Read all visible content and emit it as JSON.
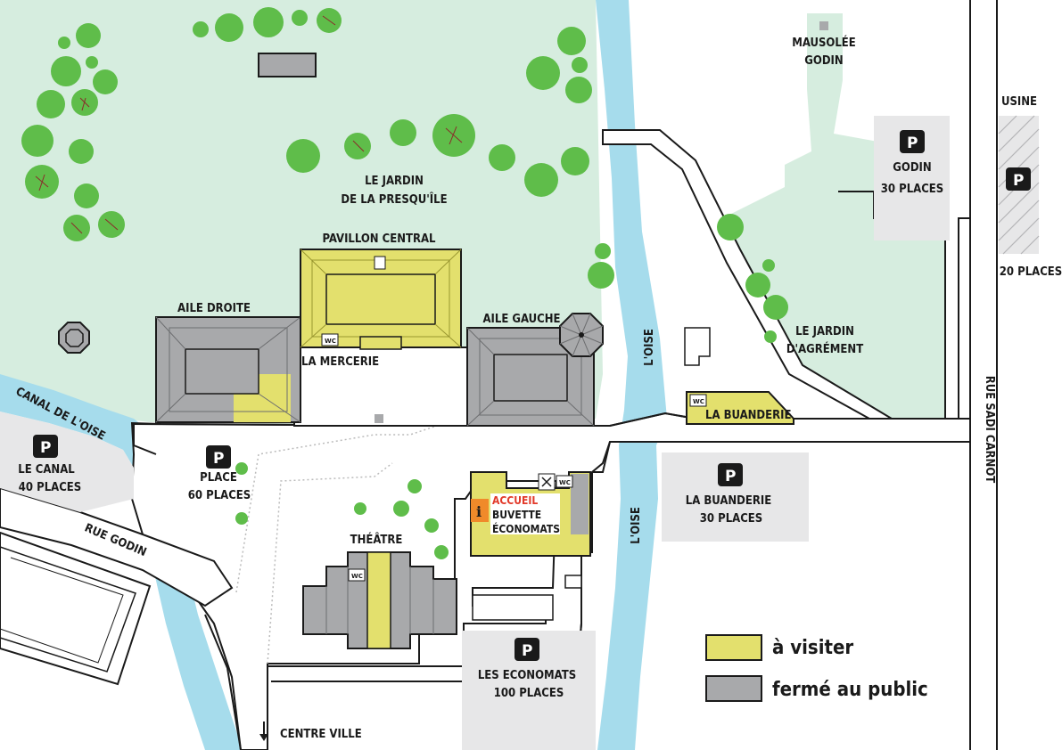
{
  "colors": {
    "garden": "#d6eddf",
    "water": "#a6dcec",
    "road": "#ffffff",
    "building_visit": "#e3e06d",
    "building_closed": "#a8a9ab",
    "parking_area": "#e7e7e8",
    "tree": "#5fbd4a",
    "accueil_red": "#e23a2a",
    "info_orange": "#f08a2a"
  },
  "labels": {
    "mausolee": [
      "MAUSOLÉE",
      "GODIN"
    ],
    "usine": "USINE",
    "jardin_presquile": [
      "LE JARDIN",
      "DE LA PRESQU'ÎLE"
    ],
    "pavillon_central": "PAVILLON CENTRAL",
    "aile_droite": "AILE DROITE",
    "aile_gauche": "AILE GAUCHE",
    "mercerie": "LA MERCERIE",
    "oise_upper": "L'OISE",
    "oise_lower": "L'OISE",
    "jardin_agrement": [
      "LE JARDIN",
      "D'AGRÉMENT"
    ],
    "buanderie": "LA BUANDERIE",
    "canal": "CANAL DE L'OISE",
    "rue_godin": "RUE GODIN",
    "rue_sadi_carnot": "RUE SADI CARNOT",
    "theatre": "THÉÂTRE",
    "accueil": "ACCUEIL",
    "buvette": "BUVETTE",
    "economats": "ÉCONOMATS",
    "centre_ville": "CENTRE VILLE",
    "wc": "WC"
  },
  "parkings": [
    {
      "id": "godin",
      "symbol": "P",
      "lines": [
        "GODIN",
        "30 PLACES"
      ]
    },
    {
      "id": "usine",
      "symbol": "P",
      "lines": [
        "20 PLACES"
      ]
    },
    {
      "id": "canal",
      "symbol": "P",
      "lines": [
        "LE CANAL",
        "40 PLACES"
      ]
    },
    {
      "id": "place",
      "symbol": "P",
      "lines": [
        "PLACE",
        "60 PLACES"
      ]
    },
    {
      "id": "buanderie",
      "symbol": "P",
      "lines": [
        "LA BUANDERIE",
        "30 PLACES"
      ]
    },
    {
      "id": "economats",
      "symbol": "P",
      "lines": [
        "LES ECONOMATS",
        "100 PLACES"
      ]
    }
  ],
  "legend": {
    "visit": "à visiter",
    "closed": "fermé au public"
  },
  "icons": [
    "parking-icon",
    "wc-icon",
    "info-icon",
    "restaurant-icon",
    "down-arrow-icon",
    "gazebo-icon",
    "tree-icon"
  ]
}
